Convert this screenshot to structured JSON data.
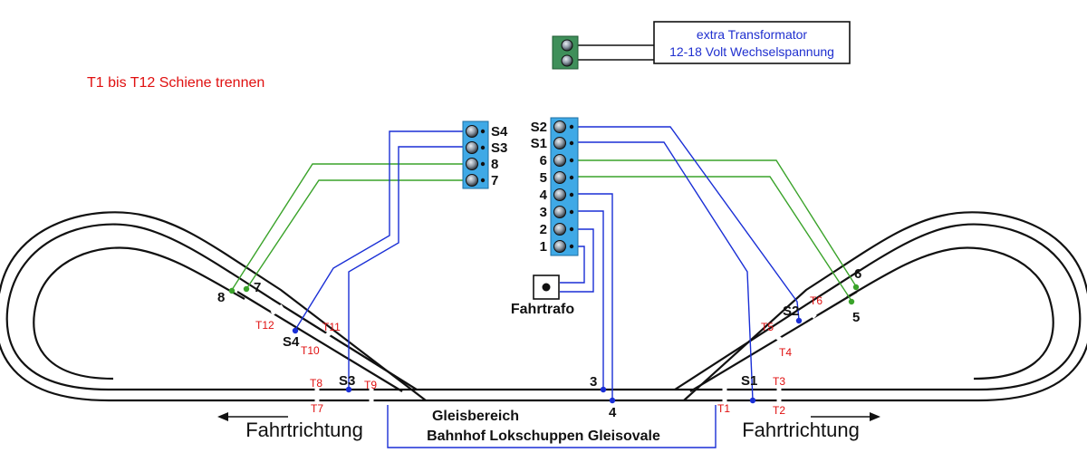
{
  "notes": {
    "separation": "T1 bis T12 Schiene trennen"
  },
  "transformer": {
    "line1": "extra Transformator",
    "line2": "12-18 Volt Wechselspannung"
  },
  "left_terminal": {
    "labels": [
      "S4",
      "S3",
      "8",
      "7"
    ]
  },
  "right_terminal": {
    "labels": [
      "S2",
      "S1",
      "6",
      "5",
      "4",
      "3",
      "2",
      "1"
    ]
  },
  "fahrtrafo": {
    "label": "Fahrtrafo"
  },
  "track_points": {
    "p8": "8",
    "p7": "7",
    "p6": "6",
    "p5": "5",
    "s1": "S1",
    "s2": "S2",
    "s3": "S3",
    "s4": "S4",
    "c3": "3",
    "c4": "4"
  },
  "separations": {
    "t1": "T1",
    "t2": "T2",
    "t3": "T3",
    "t4": "T4",
    "t5": "T5",
    "t6": "T6",
    "t7": "T7",
    "t8": "T8",
    "t9": "T9",
    "t10": "T10",
    "t11": "T11",
    "t12": "T12"
  },
  "direction": {
    "left": "Fahrtrichtung",
    "right": "Fahrtrichtung"
  },
  "station_area": {
    "line1": "Gleisbereich",
    "line2": "Bahnhof Lokschuppen Gleisovale"
  },
  "colors": {
    "wire_blue": "#1a2fd6",
    "wire_green": "#3aa32a",
    "note_red": "#e01010",
    "transformer_text": "#1f2fcf",
    "terminal_blue": "#3fa9e6",
    "terminal_green": "#3f8f5a",
    "track": "#111111"
  }
}
